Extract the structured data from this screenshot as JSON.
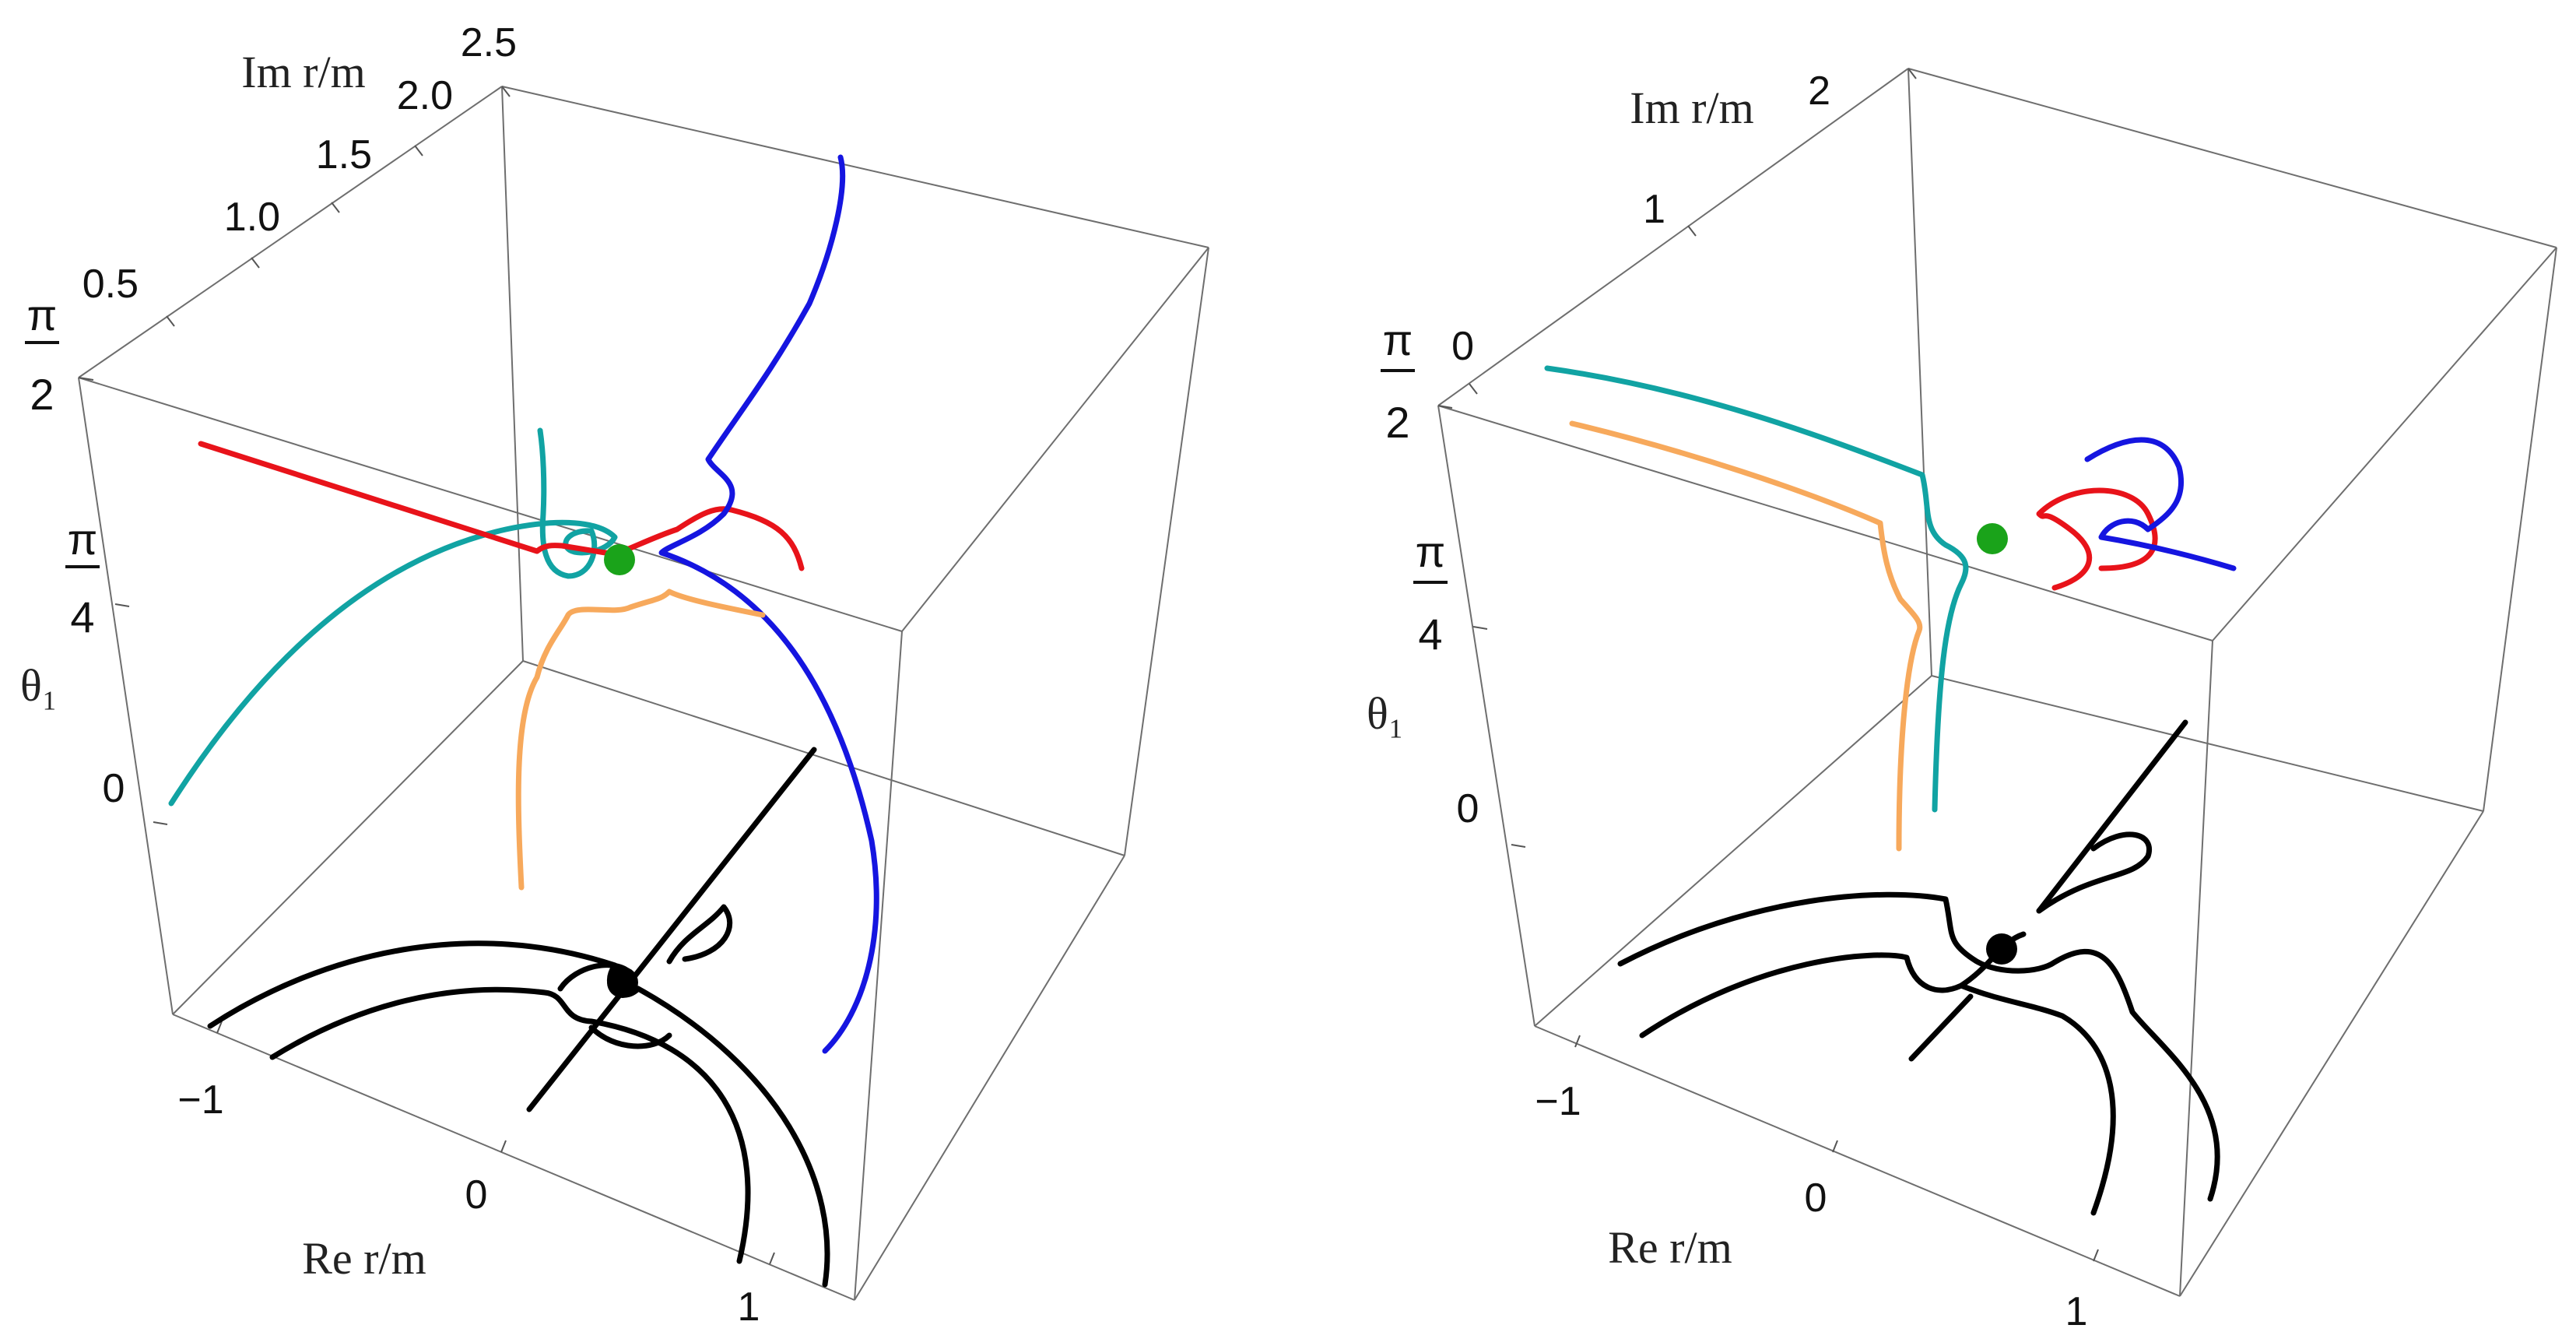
{
  "chart_data": [
    {
      "type": "line",
      "projection": "3d",
      "axes": {
        "x": {
          "label": "Re r/m",
          "ticks": [
            "−1",
            "0",
            "1"
          ]
        },
        "y": {
          "label": "Im r/m",
          "ticks": [
            "0.5",
            "1.0",
            "1.5",
            "2.0",
            "2.5"
          ]
        },
        "z": {
          "label": "θ₁",
          "ticks": [
            {
              "num": "π",
              "den": "2"
            },
            {
              "num": "π",
              "den": "4"
            },
            {
              "text": "0"
            }
          ]
        }
      },
      "colors": {
        "red": "#e8131a",
        "teal": "#11a3a3",
        "blue": "#1515e0",
        "orange": "#f7a95c",
        "green": "#1aa31a",
        "black": "#000000"
      }
    },
    {
      "type": "line",
      "projection": "3d",
      "axes": {
        "x": {
          "label": "Re r/m",
          "ticks": [
            "−1",
            "0",
            "1"
          ]
        },
        "y": {
          "label": "Im r/m",
          "ticks": [
            "0",
            "1",
            "2"
          ]
        },
        "z": {
          "label": "θ₁",
          "ticks": [
            {
              "num": "π",
              "den": "2"
            },
            {
              "num": "π",
              "den": "4"
            },
            {
              "text": "0"
            }
          ]
        }
      },
      "colors": {
        "red": "#e8131a",
        "teal": "#11a3a3",
        "blue": "#1515e0",
        "orange": "#f7a95c",
        "green": "#1aa31a",
        "black": "#000000"
      }
    }
  ]
}
